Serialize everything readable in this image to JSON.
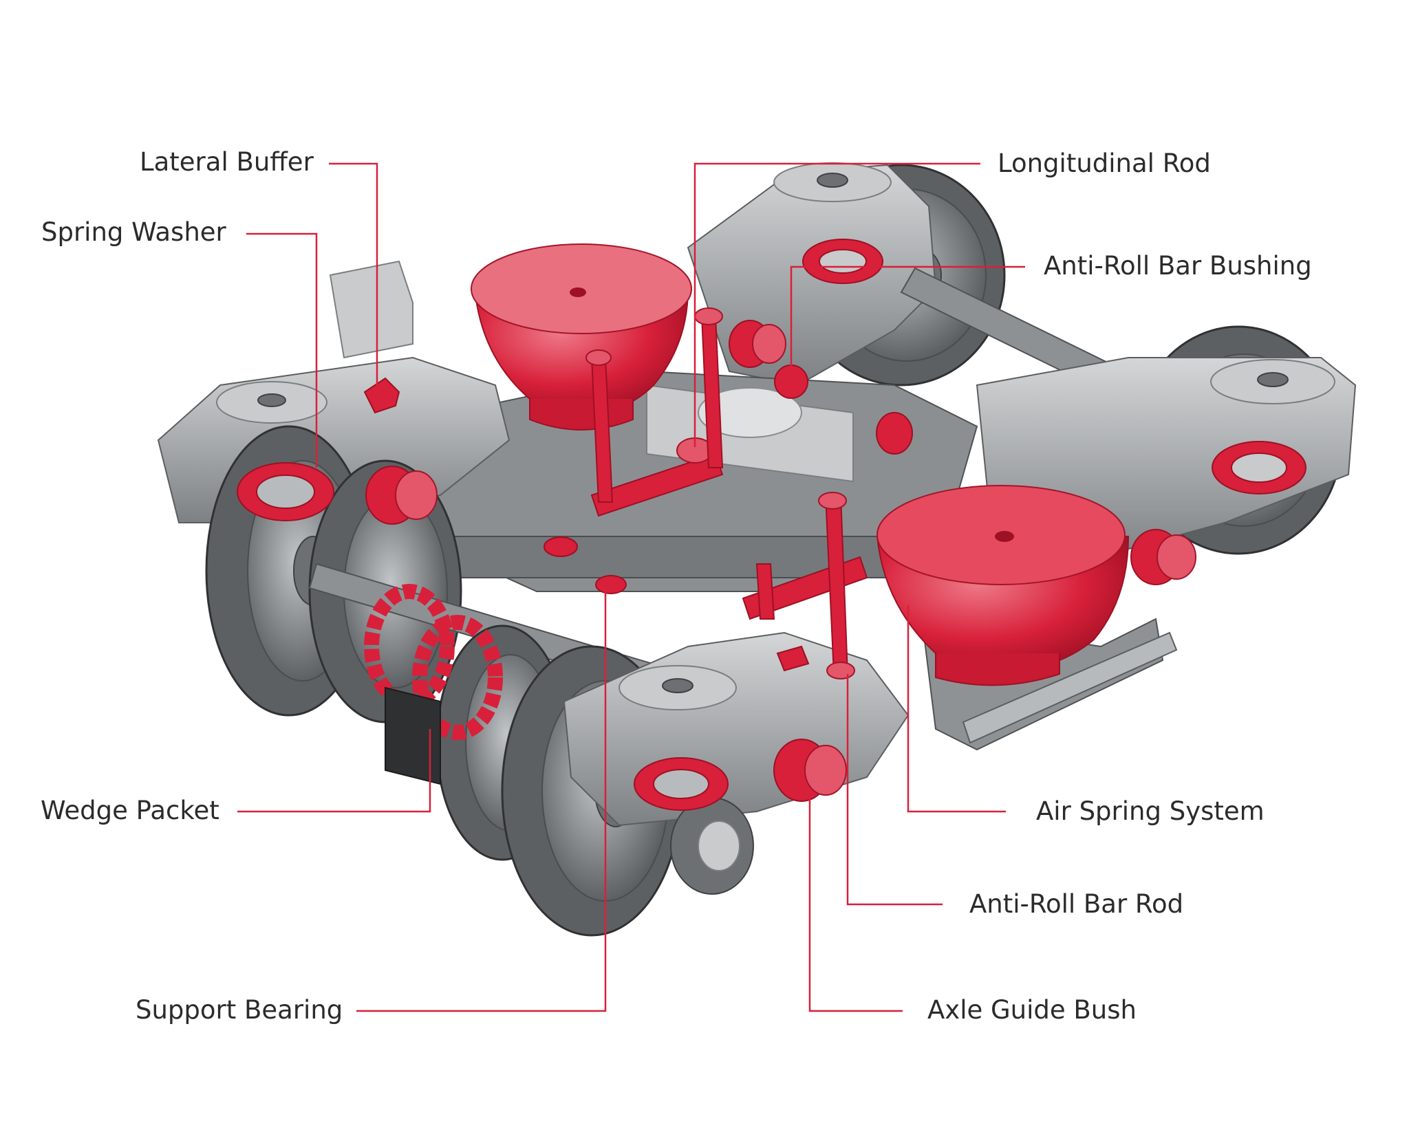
{
  "colors": {
    "accent": "#d8203a",
    "leader": "#d8203a",
    "text": "#2b2b2b",
    "background": "#ffffff"
  },
  "labels": {
    "lateral_buffer": "Lateral Buffer",
    "spring_washer": "Spring Washer",
    "wedge_packet": "Wedge Packet",
    "support_bearing": "Support Bearing",
    "longitudinal_rod": "Longitudinal Rod",
    "anti_roll_bar_bushing": "Anti-Roll Bar Bushing",
    "air_spring_system": "Air Spring System",
    "anti_roll_bar_rod": "Anti-Roll Bar Rod",
    "axle_guide_bush": "Axle Guide Bush"
  }
}
